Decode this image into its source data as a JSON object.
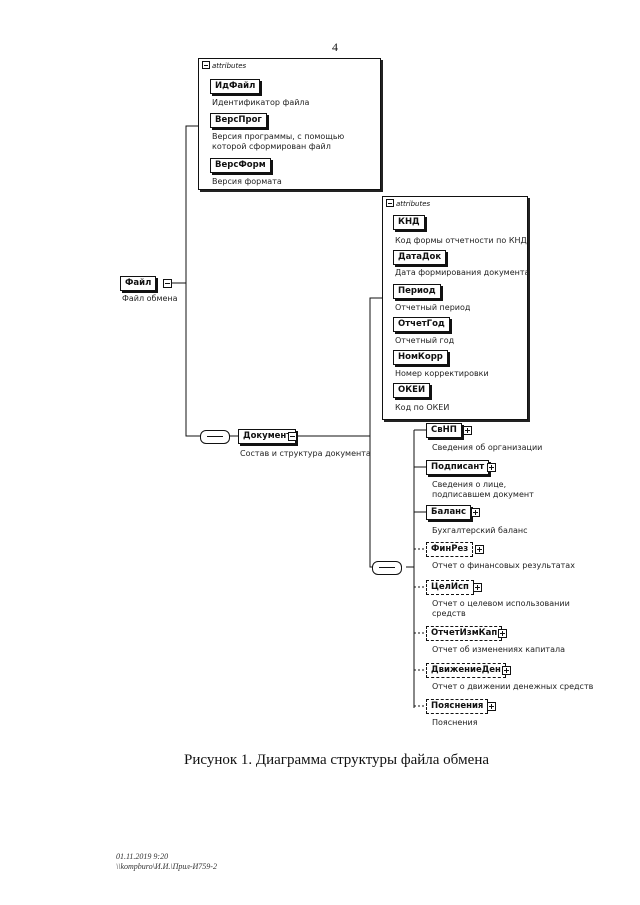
{
  "page_number": "4",
  "root": {
    "name": "Файл",
    "desc": "Файл обмена"
  },
  "attributes_label": "attributes",
  "file_attrs": [
    {
      "name": "ИдФайл",
      "desc": "Идентификатор файла"
    },
    {
      "name": "ВерсПрог",
      "desc": "Версия программы, с помощью которой сформирован файл"
    },
    {
      "name": "ВерсФорм",
      "desc": "Версия формата"
    }
  ],
  "document": {
    "name": "Документ",
    "desc": "Состав и структура документа"
  },
  "doc_attrs": [
    {
      "name": "КНД",
      "desc": "Код формы отчетности по КНД"
    },
    {
      "name": "ДатаДок",
      "desc": "Дата формирования документа"
    },
    {
      "name": "Период",
      "desc": "Отчетный период"
    },
    {
      "name": "ОтчетГод",
      "desc": "Отчетный год"
    },
    {
      "name": "НомКорр",
      "desc": "Номер корректировки"
    },
    {
      "name": "ОКЕИ",
      "desc": "Код по ОКЕИ"
    }
  ],
  "children": [
    {
      "name": "СвНП",
      "desc": "Сведения об организации"
    },
    {
      "name": "Подписант",
      "desc": "Сведения о лице, подписавшем документ"
    },
    {
      "name": "Баланс",
      "desc": "Бухгалтерский баланс"
    },
    {
      "name": "ФинРез",
      "desc": "Отчет о финансовых результатах"
    },
    {
      "name": "ЦелИсп",
      "desc": "Отчет о целевом использовании средств"
    },
    {
      "name": "ОтчетИзмКап",
      "desc": "Отчет об изменениях капитала"
    },
    {
      "name": "ДвижениеДен",
      "desc": "Отчет о движении денежных средств"
    },
    {
      "name": "Пояснения",
      "desc": "Пояснения"
    }
  ],
  "caption": "Рисунок 1. Диаграмма структуры файла обмена",
  "footer": {
    "line1": "01.11.2019 9:20",
    "line2": "\\\\kompburo\\И.И.\\Прил-И759-2"
  }
}
